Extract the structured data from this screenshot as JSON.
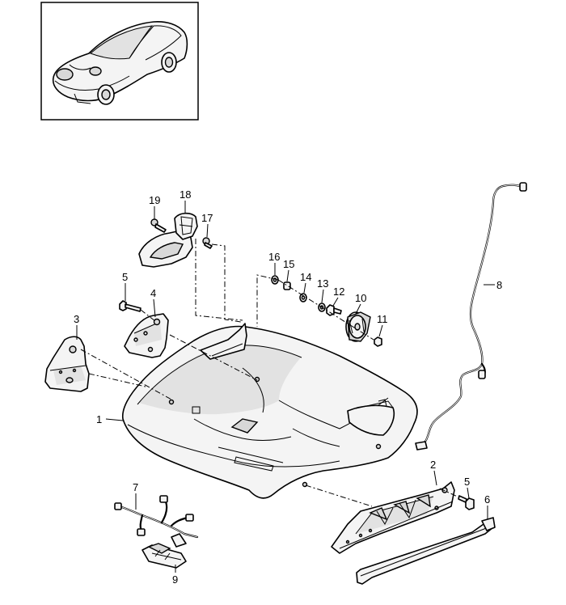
{
  "callouts": {
    "c1": "1",
    "c2": "2",
    "c3": "3",
    "c4": "4",
    "c5a": "5",
    "c5b": "5",
    "c6": "6",
    "c7": "7",
    "c8": "8",
    "c9": "9",
    "c10": "10",
    "c11": "11",
    "c12": "12",
    "c13": "13",
    "c14": "14",
    "c15": "15",
    "c16": "16",
    "c17": "17",
    "c18": "18",
    "c19": "19"
  }
}
